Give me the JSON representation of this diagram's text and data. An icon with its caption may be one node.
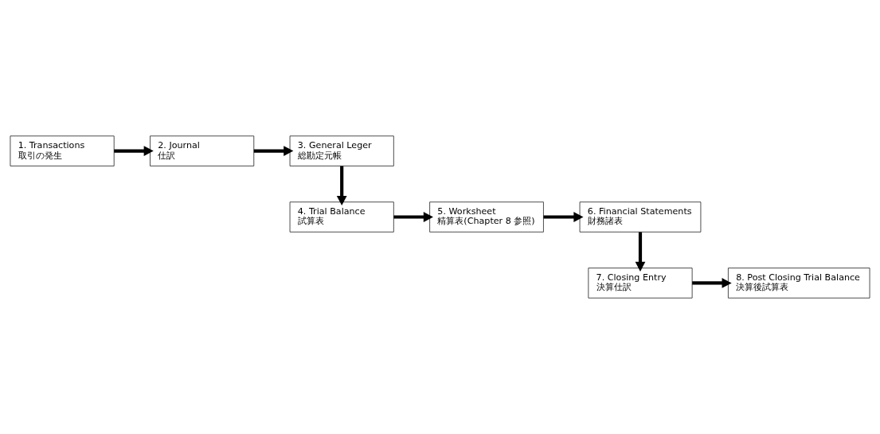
{
  "diagram": {
    "nodes": [
      {
        "text": [
          "1. Transactions",
          "取引の発生"
        ]
      },
      {
        "text": [
          "2. Journal",
          "仕訳"
        ]
      },
      {
        "text": [
          "3. General Leger",
          "総勘定元帳"
        ]
      },
      {
        "text": [
          "4. Trial Balance",
          "試算表"
        ]
      },
      {
        "text": [
          "5. Worksheet",
          "精算表(Chapter 8 参照)"
        ]
      },
      {
        "text": [
          "6. Financial Statements",
          "財務諸表"
        ]
      },
      {
        "text": [
          "7. Closing Entry",
          "決算仕訳"
        ]
      },
      {
        "text": [
          "8. Post Closing Trial Balance",
          "決算後試算表"
        ]
      }
    ],
    "edges": [
      {
        "from": 0,
        "to": 1,
        "arrow": "to"
      },
      {
        "from": 1,
        "to": 2,
        "arrow": "to"
      },
      {
        "from": 2,
        "to": 3,
        "arrow": "to"
      },
      {
        "from": 3,
        "to": 4,
        "arrow": "to"
      },
      {
        "from": 4,
        "to": 5,
        "arrow": "to"
      },
      {
        "from": 5,
        "to": 6,
        "arrow": "to"
      },
      {
        "from": 6,
        "to": 7,
        "arrow": "to"
      }
    ]
  }
}
